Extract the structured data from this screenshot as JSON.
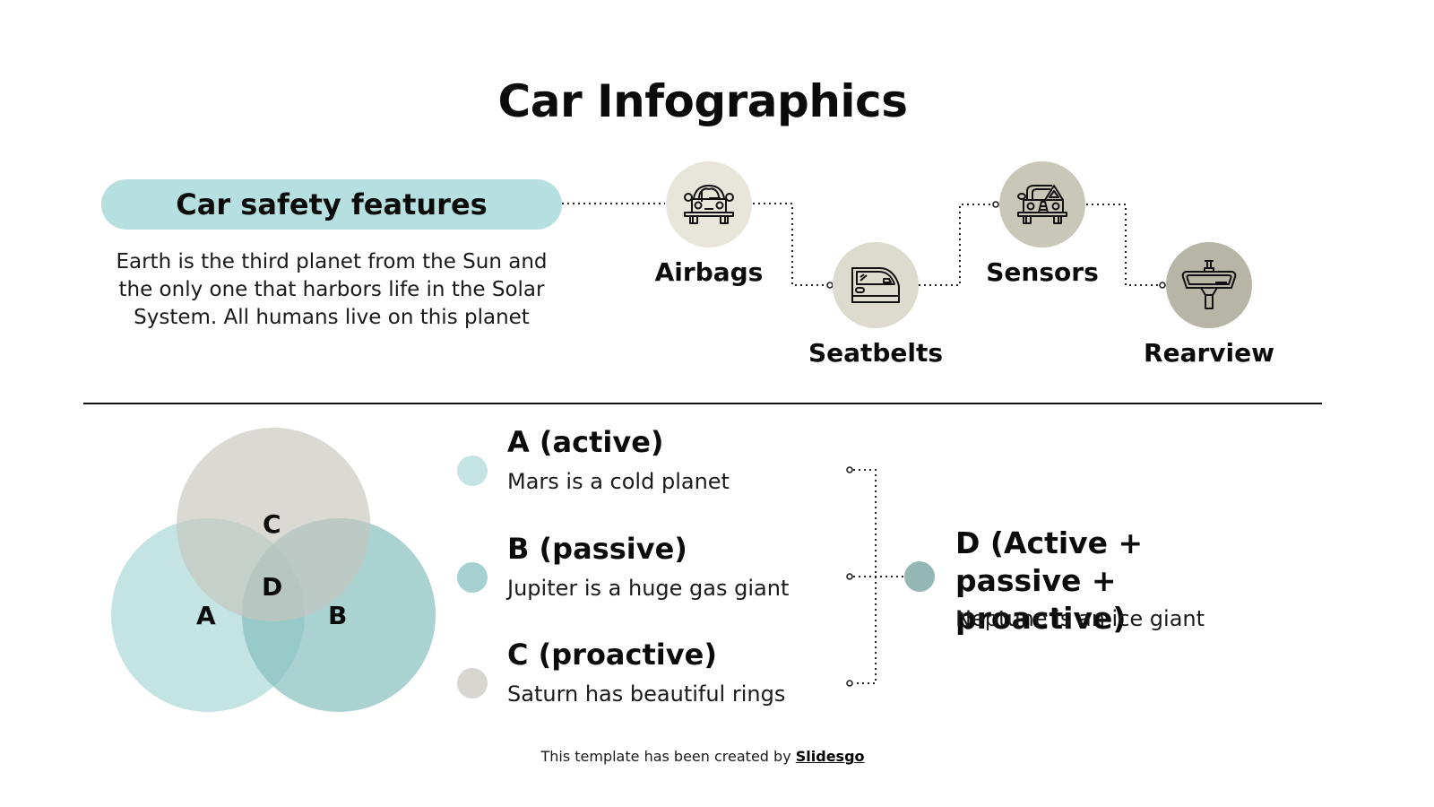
{
  "header": {
    "title": "Car Infographics"
  },
  "intro": {
    "heading": "Car safety features",
    "description": "Earth is the third planet from the Sun and the only one that harbors life in the Solar System. All humans live on this planet"
  },
  "features": [
    {
      "label": "Airbags",
      "icon": "car-airbag-icon",
      "color": "#e8e6da"
    },
    {
      "label": "Seatbelts",
      "icon": "car-door-icon",
      "color": "#dcdbcd"
    },
    {
      "label": "Sensors",
      "icon": "car-warning-sensor-icon",
      "color": "#c9c7b8"
    },
    {
      "label": "Rearview",
      "icon": "rearview-mirror-icon",
      "color": "#b7b5a6"
    }
  ],
  "venn": {
    "labels": {
      "a": "A",
      "b": "B",
      "c": "C",
      "d": "D"
    },
    "colors": {
      "a": "#a9d8d7",
      "b": "#84bfbd",
      "c": "#c6c4bd"
    }
  },
  "legend": [
    {
      "title": "A (active)",
      "text": "Mars is a cold planet",
      "color": "#c3e4e3"
    },
    {
      "title": "B (passive)",
      "text": "Jupiter is a huge gas giant",
      "color": "#a6d1d0"
    },
    {
      "title": "C (proactive)",
      "text": "Saturn has beautiful rings",
      "color": "#d8d6d1"
    }
  ],
  "combined": {
    "title": "D (Active + passive + proactive)",
    "text": "Neptune is an ice giant",
    "color": "#94b7b3"
  },
  "footer": {
    "prefix": "This template has been created by ",
    "brand": "Slidesgo"
  }
}
